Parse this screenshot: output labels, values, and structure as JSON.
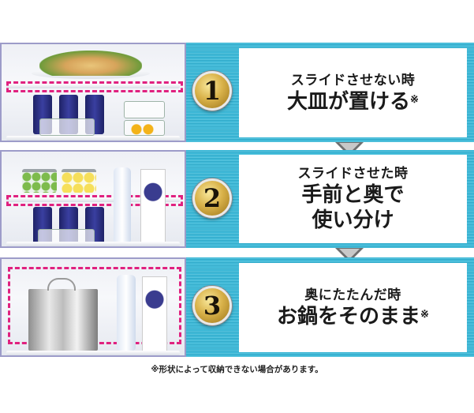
{
  "panels": [
    {
      "number": "1",
      "subtitle": "スライドさせない時",
      "headline_line1": "大皿が置ける",
      "headline_line2": "",
      "note_mark": "※",
      "photo_description": "Refrigerator shelf with large plate of food on top, cans and containers below"
    },
    {
      "number": "2",
      "subtitle": "スライドさせた時",
      "headline_line1": "手前と奥で",
      "headline_line2": "使い分け",
      "note_mark": "",
      "photo_description": "Refrigerator shelf slid back with jars on top, cans, bottle and milk carton"
    },
    {
      "number": "3",
      "subtitle": "奥にたたんだ時",
      "headline_line1": "お鍋をそのまま",
      "headline_line2": "",
      "note_mark": "※",
      "photo_description": "Refrigerator shelf folded back with large stock pot, bottle and milk carton"
    }
  ],
  "footnote": "※形状によって収納できない場合があります。",
  "colors": {
    "band": "#34b3d3",
    "highlight_dash": "#e0217f",
    "photo_border": "#9d9cc9",
    "badge_gold": "#d9b24a"
  }
}
